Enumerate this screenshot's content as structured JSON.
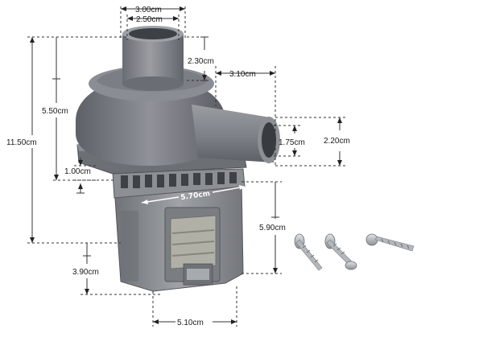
{
  "dimensions": {
    "top_outer_diameter": "3.00cm",
    "top_inner_diameter": "2.50cm",
    "inlet_height": "2.30cm",
    "outlet_length": "3.10cm",
    "upper_height": "5.50cm",
    "total_height": "11.50cm",
    "outlet_inner_diameter": "1.75cm",
    "outlet_outer_diameter": "2.20cm",
    "flange_gap": "1.00cm",
    "motor_width": "5.70cm",
    "motor_height": "5.90cm",
    "base_height": "3.90cm",
    "base_width": "5.10cm"
  },
  "parts": {
    "pump": "drain-pump",
    "screws": [
      "screw-1",
      "screw-2",
      "screw-3"
    ]
  },
  "colors": {
    "plastic": "#7d8086",
    "plastic_dark": "#5e6167",
    "plastic_light": "#a2a5aa",
    "motor": "#8e9095",
    "metal": "#b9bcc0"
  }
}
